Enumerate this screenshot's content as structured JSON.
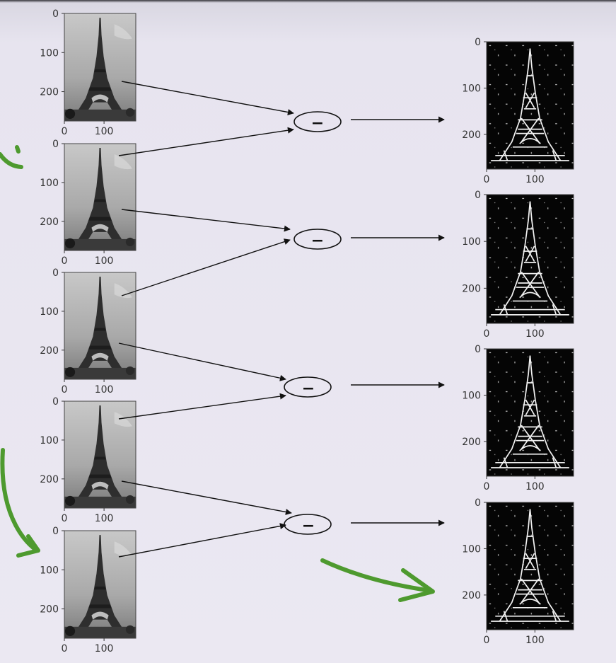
{
  "diagram": {
    "operator_symbol": "−",
    "input_frames": [
      {
        "y_ticks": [
          "0",
          "100",
          "200"
        ],
        "x_ticks": [
          "0",
          "100"
        ]
      },
      {
        "y_ticks": [
          "0",
          "100",
          "200"
        ],
        "x_ticks": [
          "0",
          "100"
        ]
      },
      {
        "y_ticks": [
          "0",
          "100",
          "200"
        ],
        "x_ticks": [
          "0",
          "100"
        ]
      },
      {
        "y_ticks": [
          "0",
          "100",
          "200"
        ],
        "x_ticks": [
          "0",
          "100"
        ]
      },
      {
        "y_ticks": [
          "0",
          "100",
          "200"
        ],
        "x_ticks": [
          "0",
          "100"
        ]
      }
    ],
    "difference_frames": [
      {
        "y_ticks": [
          "0",
          "100",
          "200"
        ],
        "x_ticks": [
          "0",
          "100"
        ]
      },
      {
        "y_ticks": [
          "0",
          "100",
          "200"
        ],
        "x_ticks": [
          "0",
          "100"
        ]
      },
      {
        "y_ticks": [
          "0",
          "100",
          "200"
        ],
        "x_ticks": [
          "0",
          "100"
        ]
      },
      {
        "y_ticks": [
          "0",
          "100",
          "200"
        ],
        "x_ticks": [
          "0",
          "100"
        ]
      }
    ]
  },
  "colors": {
    "arrow": "#111111",
    "annotation": "#4e9a2f",
    "operator_outline": "#111111",
    "photo_bg": "#b8b8b8",
    "edge_bg": "#050505"
  }
}
